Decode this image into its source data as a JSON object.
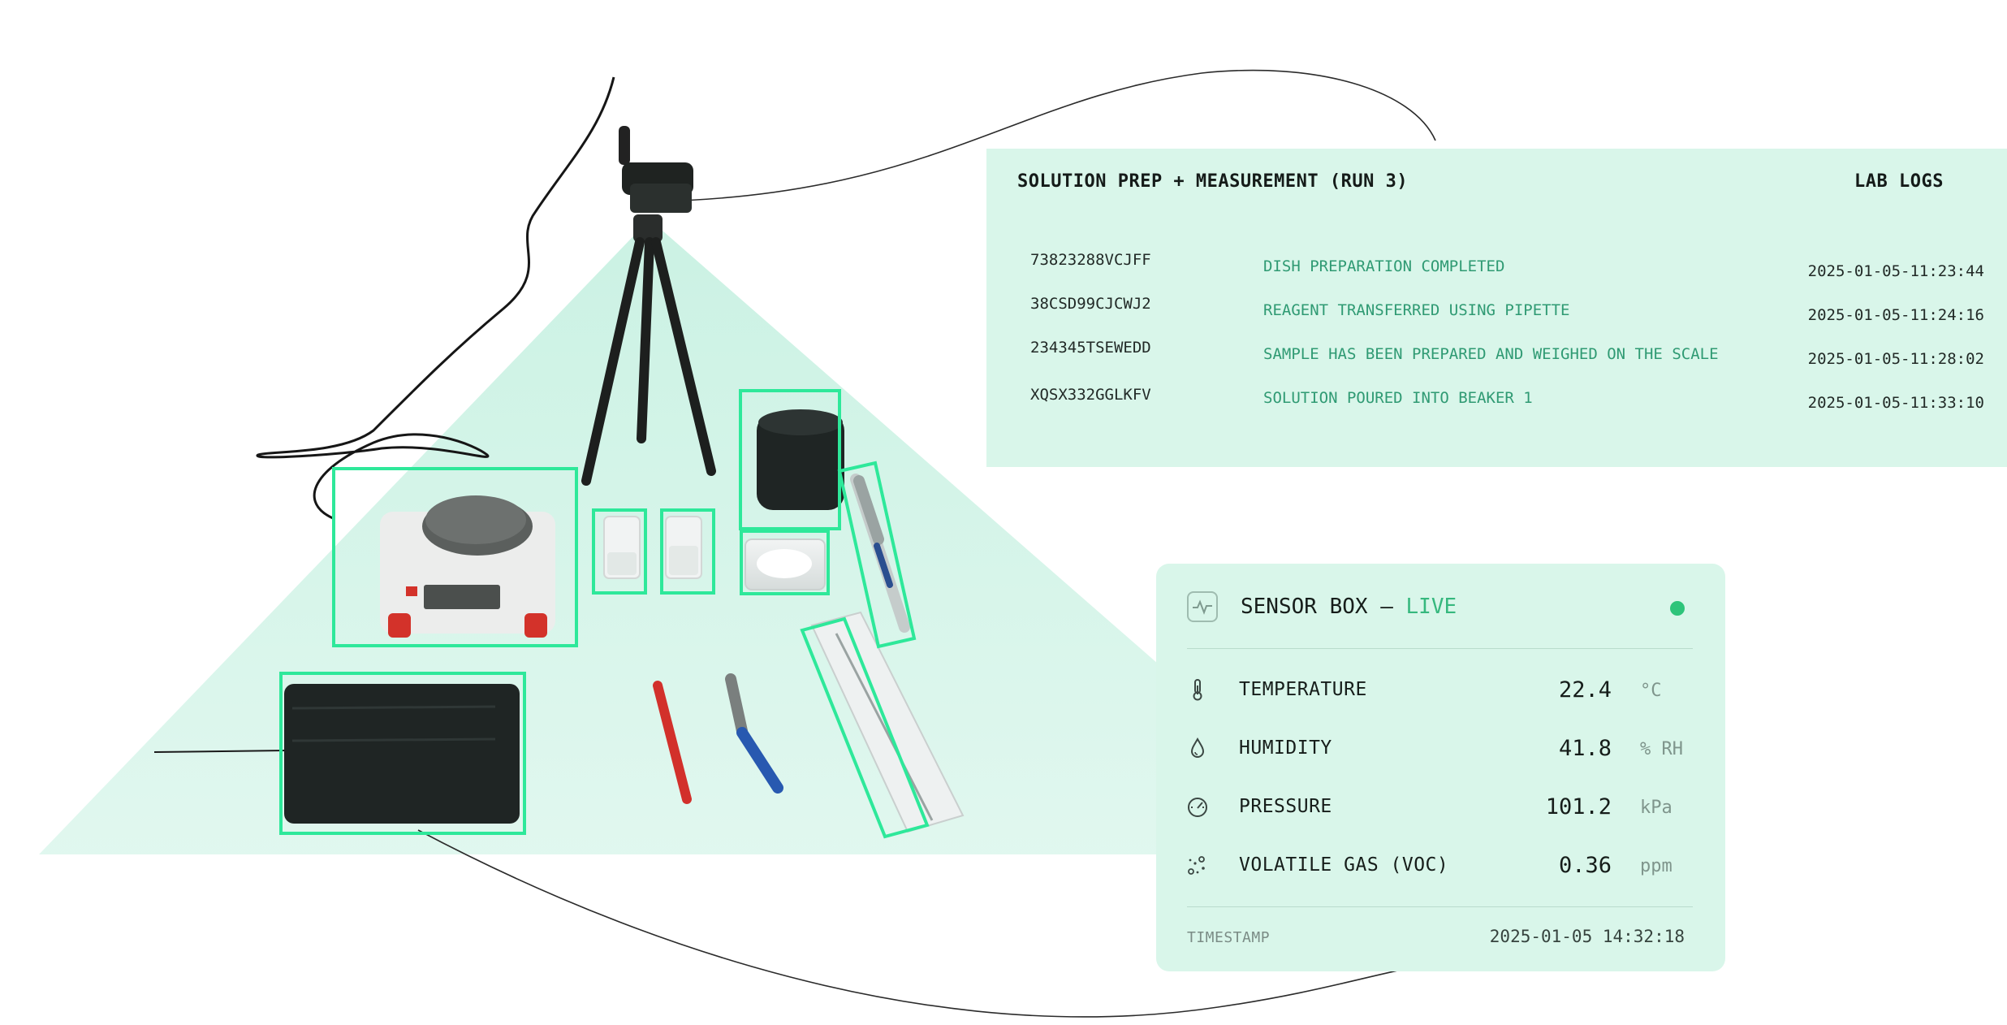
{
  "logs": {
    "title": "SOLUTION PREP + MEASUREMENT (RUN 3)",
    "heading": "LAB LOGS",
    "entries": [
      {
        "id": "73823288VCJFF",
        "message": "DISH PREPARATION COMPLETED",
        "time": "2025-01-05-11:23:44"
      },
      {
        "id": "38CSD99CJCWJ2",
        "message": "REAGENT TRANSFERRED USING PIPETTE",
        "time": "2025-01-05-11:24:16"
      },
      {
        "id": "234345TSEWEDD",
        "message": "SAMPLE HAS BEEN PREPARED AND WEIGHED ON THE SCALE",
        "time": "2025-01-05-11:28:02"
      },
      {
        "id": "XQSX332GGLKFV",
        "message": "SOLUTION POURED INTO BEAKER 1",
        "time": "2025-01-05-11:33:10"
      }
    ]
  },
  "sensor": {
    "title": "SENSOR BOX",
    "dash": "—",
    "status": "LIVE",
    "metrics": [
      {
        "label": "TEMPERATURE",
        "value": "22.4",
        "unit": "°C",
        "icon": "thermometer-icon"
      },
      {
        "label": "HUMIDITY",
        "value": "41.8",
        "unit": "% RH",
        "icon": "droplet-icon"
      },
      {
        "label": "PRESSURE",
        "value": "101.2",
        "unit": "kPa",
        "icon": "gauge-icon"
      },
      {
        "label": "VOLATILE GAS (VOC)",
        "value": "0.36",
        "unit": "ppm",
        "icon": "particles-icon"
      }
    ],
    "timestamp_label": "TIMESTAMP",
    "timestamp_value": "2025-01-05 14:32:18"
  },
  "colors": {
    "panel_bg": "#d9f6ea",
    "detection_box": "#2ee89a",
    "accent_green": "#2f9a73",
    "live_dot": "#2ec47a"
  }
}
